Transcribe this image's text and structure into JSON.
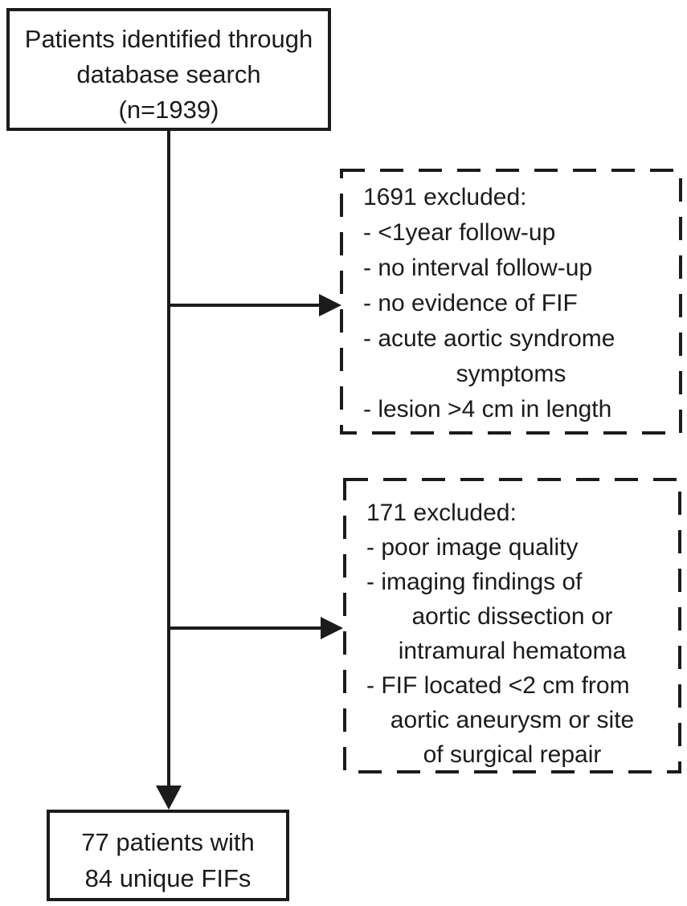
{
  "colors": {
    "ink": "#1b1b1b",
    "background": "#ffffff"
  },
  "top_box": {
    "lines": [
      "Patients identified through",
      "database search",
      "(n=1939)"
    ]
  },
  "exclusion_box_1": {
    "lines": [
      {
        "text": "1691 excluded:",
        "align": "left"
      },
      {
        "text": "- <1year follow-up",
        "align": "left"
      },
      {
        "text": "- no interval follow-up",
        "align": "left"
      },
      {
        "text": "- no evidence of FIF",
        "align": "left"
      },
      {
        "text": "- acute aortic syndrome",
        "align": "left"
      },
      {
        "text": "symptoms",
        "align": "center"
      },
      {
        "text": "- lesion >4 cm in length",
        "align": "left"
      }
    ]
  },
  "exclusion_box_2": {
    "lines": [
      {
        "text": "171 excluded:",
        "align": "left"
      },
      {
        "text": "- poor image quality",
        "align": "left"
      },
      {
        "text": "- imaging findings of",
        "align": "left"
      },
      {
        "text": "aortic dissection or",
        "align": "center"
      },
      {
        "text": "intramural hematoma",
        "align": "center"
      },
      {
        "text": "- FIF located <2 cm from",
        "align": "left"
      },
      {
        "text": "aortic aneurysm or site",
        "align": "center"
      },
      {
        "text": "of surgical repair",
        "align": "center"
      }
    ]
  },
  "result_box": {
    "lines": [
      "77 patients with",
      "84 unique FIFs"
    ]
  }
}
